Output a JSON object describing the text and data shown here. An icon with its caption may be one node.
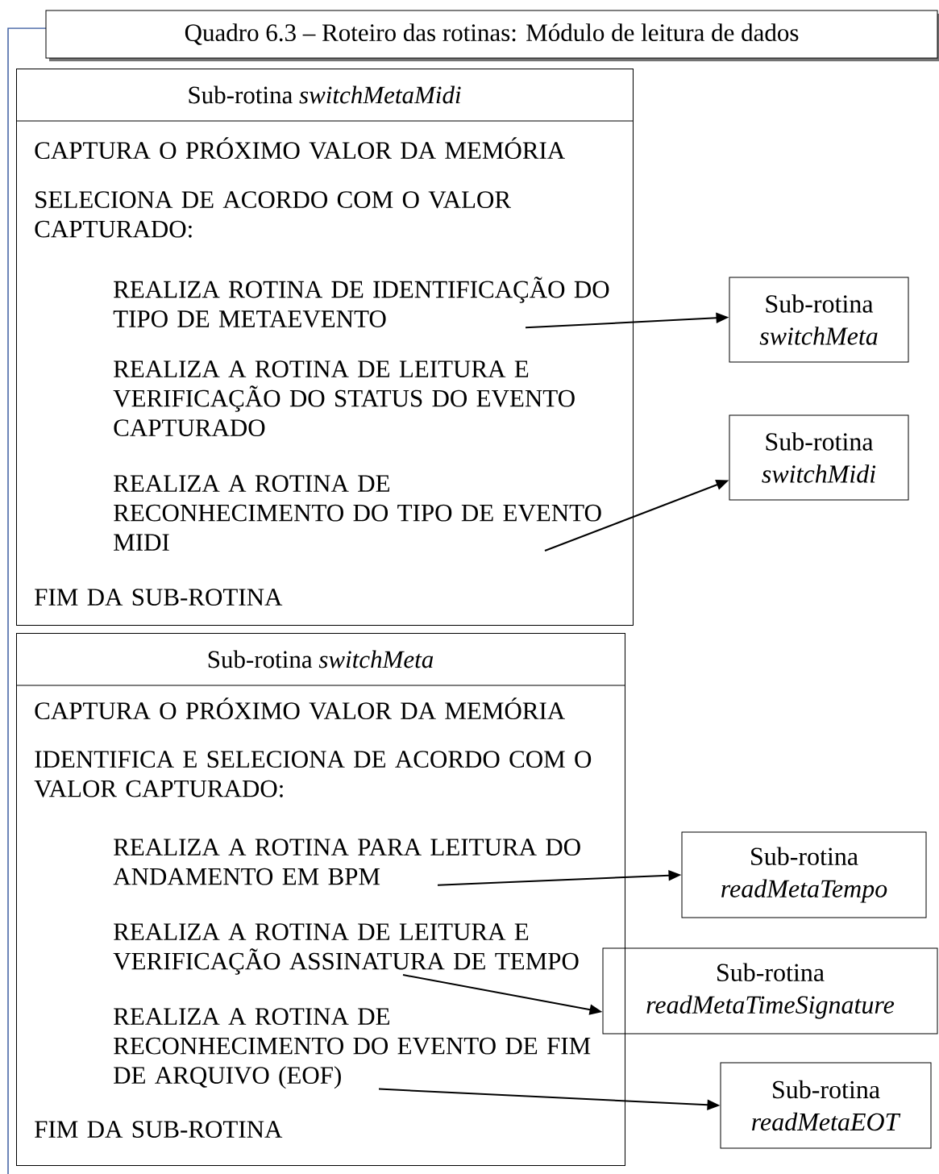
{
  "diagram": {
    "title": "Quadro 6.3 – Roteiro das rotinas: Módulo de leitura de dados",
    "nodes": [
      {
        "text": [
          "Sub-rotina *switchMetaMidi*",
          "CAPTURA O PRÓXIMO VALOR DA MEMÓRIA",
          "SELECIONA DE ACORDO COM O VALOR CAPTURADO:",
          "FIM DA SUB-ROTINA"
        ]
      },
      {
        "text": [
          "REALIZA ROTINA DE IDENTIFICAÇÃO DO TIPO DE METAEVENTO"
        ],
        "in": 0
      },
      {
        "text": [
          "REALIZA A ROTINA DE LEITURA E VERIFICAÇÃO DO STATUS DO EVENTO CAPTURADO"
        ],
        "in": 0
      },
      {
        "text": [
          "REALIZA A ROTINA DE RECONHECIMENTO DO TIPO DE EVENTO MIDI"
        ],
        "in": 0
      },
      {
        "text": [
          "Sub-rotina *switchMeta*"
        ]
      },
      {
        "text": [
          "Sub-rotina *switchMidi*"
        ]
      },
      {
        "text": [
          "Sub-rotina *switchMeta*",
          "CAPTURA O PRÓXIMO VALOR DA MEMÓRIA",
          "IDENTIFICA E SELECIONA DE ACORDO COM O VALOR CAPTURADO:",
          "FIM DA SUB-ROTINA"
        ]
      },
      {
        "text": [
          "REALIZA A ROTINA PARA LEITURA DO ANDAMENTO EM BPM"
        ],
        "in": 6
      },
      {
        "text": [
          "REALIZA A ROTINA DE LEITURA E VERIFICAÇÃO ASSINATURA DE TEMPO"
        ],
        "in": 6
      },
      {
        "text": [
          "REALIZA A ROTINA DE RECONHECIMENTO DO EVENTO DE FIM DE ARQUIVO (EOF)"
        ],
        "in": 6
      },
      {
        "text": [
          "Sub-rotina *readMetaTempo*"
        ]
      },
      {
        "text": [
          "Sub-rotina *readMetaTimeSignature*"
        ]
      },
      {
        "text": [
          "Sub-rotina *readMetaEOT*"
        ]
      }
    ],
    "edges": [
      {
        "from": 1,
        "to": 4,
        "arrow": "to"
      },
      {
        "from": 3,
        "to": 5,
        "arrow": "to"
      },
      {
        "from": 7,
        "to": 10,
        "arrow": "to"
      },
      {
        "from": 8,
        "to": 11,
        "arrow": "to"
      },
      {
        "from": 9,
        "to": 12,
        "arrow": "to"
      }
    ]
  }
}
